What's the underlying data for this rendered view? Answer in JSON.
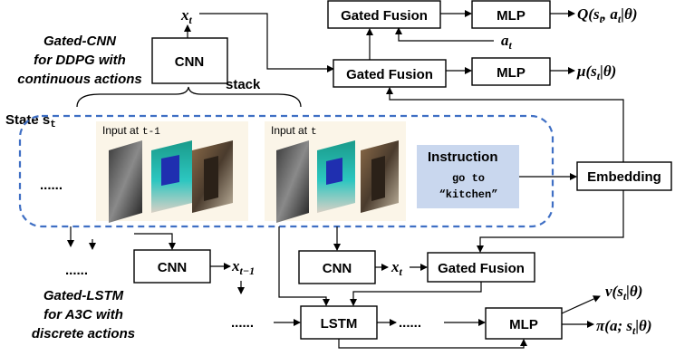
{
  "top": {
    "x_t": "x",
    "x_t_sub": "t",
    "cnn": "CNN",
    "gated_fusion_top": "Gated Fusion",
    "mlp_top": "MLP",
    "q_out": "Q(s",
    "q_out_sub": "t",
    "q_out_tail": ", a",
    "q_out_tail_sub": "t",
    "q_out_end": "|θ)",
    "a_t": "a",
    "a_t_sub": "t",
    "gated_fusion_mid": "Gated Fusion",
    "mlp_mid": "MLP",
    "mu_out": "μ(s",
    "mu_out_sub": "t",
    "mu_out_end": "|θ)",
    "stack": "stack",
    "caption_line1": "Gated-CNN",
    "caption_line2": "for DDPG with",
    "caption_line3": "continuous actions"
  },
  "state": {
    "label": "State s",
    "label_sub": "t",
    "dots": "......",
    "input_prev": "Input at",
    "input_prev_t": "t-1",
    "input_cur": "Input at",
    "input_cur_t": "t",
    "instruction_title": "Instruction",
    "instruction_line1": "go to",
    "instruction_line2": "“kitchen”",
    "embedding": "Embedding"
  },
  "bottom": {
    "dots_left": "......",
    "cnn_left": "CNN",
    "x_prev": "x",
    "x_prev_sub": "t−1",
    "cnn_mid": "CNN",
    "x_cur": "x",
    "x_cur_sub": "t",
    "gated_fusion": "Gated Fusion",
    "dots_lstm_left": "......",
    "lstm": "LSTM",
    "dots_lstm_right": "......",
    "mlp": "MLP",
    "v_out": "v(s",
    "v_out_sub": "t",
    "v_out_end": "|θ)",
    "pi_out": "π(a; s",
    "pi_out_sub": "t",
    "pi_out_end": "|θ)",
    "caption_line1": "Gated-LSTM",
    "caption_line2": "for A3C with",
    "caption_line3": "discrete actions"
  },
  "colors": {
    "dashed_border": "#3f6fc4",
    "instruction_bg": "#c9d7ee",
    "panel_bg": "#fbf5e8"
  }
}
